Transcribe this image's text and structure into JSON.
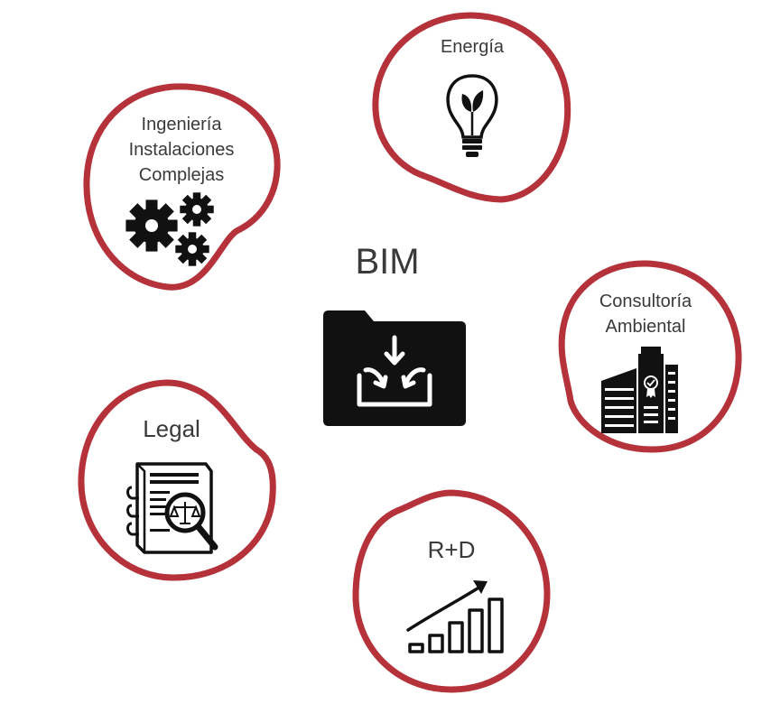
{
  "theme": {
    "ring_color": "#b5323a",
    "icon_color": "#111111",
    "text_color": "#3a3a3a"
  },
  "center": {
    "title": "BIM",
    "icon": "folder-import-icon"
  },
  "nodes": [
    {
      "id": "energia",
      "lines": [
        "Energía"
      ],
      "icon": "bulb-leaf-icon"
    },
    {
      "id": "ingenieria",
      "lines": [
        "Ingeniería",
        "Instalaciones",
        "Complejas"
      ],
      "icon": "gears-icon"
    },
    {
      "id": "consultoria",
      "lines": [
        "Consultoría",
        "Ambiental"
      ],
      "icon": "building-icon"
    },
    {
      "id": "legal",
      "lines": [
        "Legal"
      ],
      "icon": "law-book-magnifier-icon"
    },
    {
      "id": "rd",
      "lines": [
        "R+D"
      ],
      "icon": "growth-chart-icon"
    }
  ]
}
